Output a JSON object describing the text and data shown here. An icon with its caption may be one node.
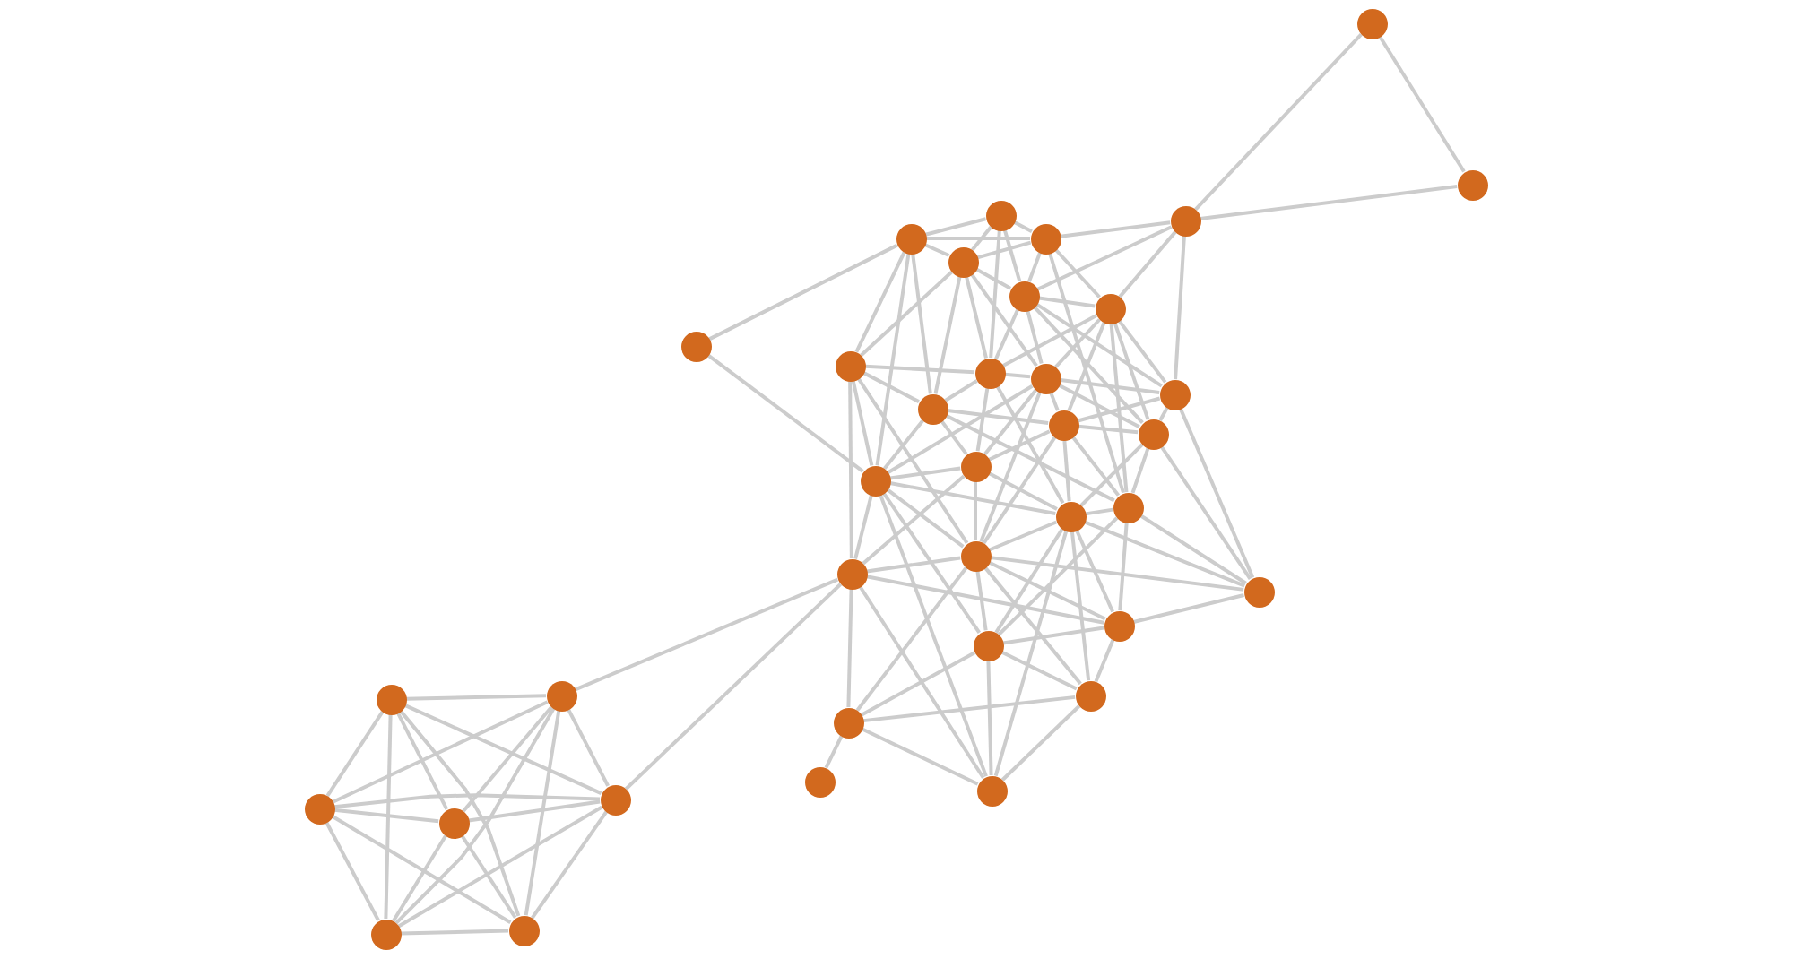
{
  "diagram": {
    "nodes": [
      {
        "text": [],
        "shape": "circle"
      },
      {
        "text": [],
        "shape": "circle"
      },
      {
        "text": [],
        "shape": "circle"
      },
      {
        "text": [],
        "shape": "circle"
      },
      {
        "text": [],
        "shape": "circle"
      },
      {
        "text": [],
        "shape": "circle"
      },
      {
        "text": [],
        "shape": "circle"
      },
      {
        "text": [],
        "shape": "circle"
      },
      {
        "text": [],
        "shape": "circle"
      },
      {
        "text": [],
        "shape": "circle"
      },
      {
        "text": [],
        "shape": "circle"
      },
      {
        "text": [],
        "shape": "circle"
      },
      {
        "text": [],
        "shape": "circle"
      },
      {
        "text": [],
        "shape": "circle"
      },
      {
        "text": [],
        "shape": "circle"
      },
      {
        "text": [],
        "shape": "circle"
      },
      {
        "text": [],
        "shape": "circle"
      },
      {
        "text": [],
        "shape": "circle"
      },
      {
        "text": [],
        "shape": "circle"
      },
      {
        "text": [],
        "shape": "circle"
      },
      {
        "text": [],
        "shape": "circle"
      },
      {
        "text": [],
        "shape": "circle"
      },
      {
        "text": [],
        "shape": "circle"
      },
      {
        "text": [],
        "shape": "circle"
      },
      {
        "text": [],
        "shape": "circle"
      },
      {
        "text": [],
        "shape": "circle"
      },
      {
        "text": [],
        "shape": "circle"
      },
      {
        "text": [],
        "shape": "circle"
      },
      {
        "text": [],
        "shape": "circle"
      },
      {
        "text": [],
        "shape": "circle"
      },
      {
        "text": [],
        "shape": "circle"
      },
      {
        "text": [],
        "shape": "circle"
      },
      {
        "text": [],
        "shape": "circle"
      },
      {
        "text": [],
        "shape": "circle"
      },
      {
        "text": [],
        "shape": "circle"
      },
      {
        "text": [],
        "shape": "circle"
      },
      {
        "text": [],
        "shape": "circle"
      }
    ],
    "edges": [
      {
        "from": 0,
        "to": 1,
        "arrow": "none"
      },
      {
        "from": 0,
        "to": 2,
        "arrow": "none"
      },
      {
        "from": 1,
        "to": 2,
        "arrow": "none"
      },
      {
        "from": 2,
        "to": 5,
        "arrow": "none"
      },
      {
        "from": 2,
        "to": 7,
        "arrow": "none"
      },
      {
        "from": 2,
        "to": 8,
        "arrow": "none"
      },
      {
        "from": 2,
        "to": 14,
        "arrow": "none"
      },
      {
        "from": 3,
        "to": 4,
        "arrow": "none"
      },
      {
        "from": 3,
        "to": 5,
        "arrow": "none"
      },
      {
        "from": 3,
        "to": 6,
        "arrow": "none"
      },
      {
        "from": 3,
        "to": 7,
        "arrow": "none"
      },
      {
        "from": 3,
        "to": 11,
        "arrow": "none"
      },
      {
        "from": 4,
        "to": 5,
        "arrow": "none"
      },
      {
        "from": 4,
        "to": 6,
        "arrow": "none"
      },
      {
        "from": 4,
        "to": 9,
        "arrow": "none"
      },
      {
        "from": 4,
        "to": 10,
        "arrow": "none"
      },
      {
        "from": 4,
        "to": 13,
        "arrow": "none"
      },
      {
        "from": 4,
        "to": 17,
        "arrow": "none"
      },
      {
        "from": 5,
        "to": 6,
        "arrow": "none"
      },
      {
        "from": 5,
        "to": 7,
        "arrow": "none"
      },
      {
        "from": 5,
        "to": 8,
        "arrow": "none"
      },
      {
        "from": 5,
        "to": 20,
        "arrow": "none"
      },
      {
        "from": 6,
        "to": 7,
        "arrow": "none"
      },
      {
        "from": 6,
        "to": 10,
        "arrow": "none"
      },
      {
        "from": 6,
        "to": 11,
        "arrow": "none"
      },
      {
        "from": 6,
        "to": 12,
        "arrow": "none"
      },
      {
        "from": 6,
        "to": 13,
        "arrow": "none"
      },
      {
        "from": 7,
        "to": 8,
        "arrow": "none"
      },
      {
        "from": 7,
        "to": 11,
        "arrow": "none"
      },
      {
        "from": 7,
        "to": 12,
        "arrow": "none"
      },
      {
        "from": 7,
        "to": 14,
        "arrow": "none"
      },
      {
        "from": 7,
        "to": 16,
        "arrow": "none"
      },
      {
        "from": 8,
        "to": 11,
        "arrow": "none"
      },
      {
        "from": 8,
        "to": 12,
        "arrow": "none"
      },
      {
        "from": 8,
        "to": 14,
        "arrow": "none"
      },
      {
        "from": 8,
        "to": 15,
        "arrow": "none"
      },
      {
        "from": 8,
        "to": 16,
        "arrow": "none"
      },
      {
        "from": 8,
        "to": 20,
        "arrow": "none"
      },
      {
        "from": 9,
        "to": 17,
        "arrow": "none"
      },
      {
        "from": 10,
        "to": 11,
        "arrow": "none"
      },
      {
        "from": 10,
        "to": 13,
        "arrow": "none"
      },
      {
        "from": 10,
        "to": 17,
        "arrow": "none"
      },
      {
        "from": 10,
        "to": 21,
        "arrow": "none"
      },
      {
        "from": 10,
        "to": 22,
        "arrow": "none"
      },
      {
        "from": 11,
        "to": 12,
        "arrow": "none"
      },
      {
        "from": 11,
        "to": 13,
        "arrow": "none"
      },
      {
        "from": 11,
        "to": 18,
        "arrow": "none"
      },
      {
        "from": 11,
        "to": 19,
        "arrow": "none"
      },
      {
        "from": 12,
        "to": 14,
        "arrow": "none"
      },
      {
        "from": 12,
        "to": 15,
        "arrow": "none"
      },
      {
        "from": 12,
        "to": 16,
        "arrow": "none"
      },
      {
        "from": 12,
        "to": 17,
        "arrow": "none"
      },
      {
        "from": 12,
        "to": 18,
        "arrow": "none"
      },
      {
        "from": 12,
        "to": 22,
        "arrow": "none"
      },
      {
        "from": 13,
        "to": 15,
        "arrow": "none"
      },
      {
        "from": 13,
        "to": 17,
        "arrow": "none"
      },
      {
        "from": 13,
        "to": 18,
        "arrow": "none"
      },
      {
        "from": 13,
        "to": 20,
        "arrow": "none"
      },
      {
        "from": 14,
        "to": 15,
        "arrow": "none"
      },
      {
        "from": 14,
        "to": 16,
        "arrow": "none"
      },
      {
        "from": 14,
        "to": 23,
        "arrow": "none"
      },
      {
        "from": 15,
        "to": 16,
        "arrow": "none"
      },
      {
        "from": 15,
        "to": 18,
        "arrow": "none"
      },
      {
        "from": 15,
        "to": 19,
        "arrow": "none"
      },
      {
        "from": 15,
        "to": 20,
        "arrow": "none"
      },
      {
        "from": 15,
        "to": 22,
        "arrow": "none"
      },
      {
        "from": 16,
        "to": 19,
        "arrow": "none"
      },
      {
        "from": 16,
        "to": 20,
        "arrow": "none"
      },
      {
        "from": 16,
        "to": 23,
        "arrow": "none"
      },
      {
        "from": 17,
        "to": 18,
        "arrow": "none"
      },
      {
        "from": 17,
        "to": 19,
        "arrow": "none"
      },
      {
        "from": 17,
        "to": 21,
        "arrow": "none"
      },
      {
        "from": 17,
        "to": 22,
        "arrow": "none"
      },
      {
        "from": 17,
        "to": 25,
        "arrow": "none"
      },
      {
        "from": 17,
        "to": 29,
        "arrow": "none"
      },
      {
        "from": 18,
        "to": 19,
        "arrow": "none"
      },
      {
        "from": 18,
        "to": 21,
        "arrow": "none"
      },
      {
        "from": 18,
        "to": 22,
        "arrow": "none"
      },
      {
        "from": 19,
        "to": 20,
        "arrow": "none"
      },
      {
        "from": 19,
        "to": 22,
        "arrow": "none"
      },
      {
        "from": 19,
        "to": 23,
        "arrow": "none"
      },
      {
        "from": 19,
        "to": 24,
        "arrow": "none"
      },
      {
        "from": 19,
        "to": 25,
        "arrow": "none"
      },
      {
        "from": 19,
        "to": 26,
        "arrow": "none"
      },
      {
        "from": 19,
        "to": 29,
        "arrow": "none"
      },
      {
        "from": 20,
        "to": 23,
        "arrow": "none"
      },
      {
        "from": 20,
        "to": 24,
        "arrow": "none"
      },
      {
        "from": 20,
        "to": 25,
        "arrow": "none"
      },
      {
        "from": 21,
        "to": 22,
        "arrow": "none"
      },
      {
        "from": 21,
        "to": 24,
        "arrow": "none"
      },
      {
        "from": 21,
        "to": 27,
        "arrow": "none"
      },
      {
        "from": 21,
        "to": 29,
        "arrow": "none"
      },
      {
        "from": 21,
        "to": 31,
        "arrow": "none"
      },
      {
        "from": 21,
        "to": 34,
        "arrow": "none"
      },
      {
        "from": 22,
        "to": 23,
        "arrow": "none"
      },
      {
        "from": 22,
        "to": 24,
        "arrow": "none"
      },
      {
        "from": 22,
        "to": 25,
        "arrow": "none"
      },
      {
        "from": 22,
        "to": 26,
        "arrow": "none"
      },
      {
        "from": 22,
        "to": 27,
        "arrow": "none"
      },
      {
        "from": 23,
        "to": 24,
        "arrow": "none"
      },
      {
        "from": 24,
        "to": 25,
        "arrow": "none"
      },
      {
        "from": 24,
        "to": 26,
        "arrow": "none"
      },
      {
        "from": 25,
        "to": 26,
        "arrow": "none"
      },
      {
        "from": 25,
        "to": 27,
        "arrow": "none"
      },
      {
        "from": 25,
        "to": 29,
        "arrow": "none"
      },
      {
        "from": 26,
        "to": 27,
        "arrow": "none"
      },
      {
        "from": 26,
        "to": 29,
        "arrow": "none"
      },
      {
        "from": 27,
        "to": 28,
        "arrow": "none"
      },
      {
        "from": 27,
        "to": 29,
        "arrow": "none"
      },
      {
        "from": 30,
        "to": 31,
        "arrow": "none"
      },
      {
        "from": 30,
        "to": 32,
        "arrow": "none"
      },
      {
        "from": 30,
        "to": 33,
        "arrow": "none"
      },
      {
        "from": 30,
        "to": 34,
        "arrow": "none"
      },
      {
        "from": 30,
        "to": 35,
        "arrow": "none"
      },
      {
        "from": 30,
        "to": 36,
        "arrow": "none"
      },
      {
        "from": 31,
        "to": 32,
        "arrow": "none"
      },
      {
        "from": 31,
        "to": 33,
        "arrow": "none"
      },
      {
        "from": 31,
        "to": 34,
        "arrow": "none"
      },
      {
        "from": 31,
        "to": 35,
        "arrow": "none"
      },
      {
        "from": 31,
        "to": 36,
        "arrow": "none"
      },
      {
        "from": 32,
        "to": 33,
        "arrow": "none"
      },
      {
        "from": 32,
        "to": 34,
        "arrow": "none"
      },
      {
        "from": 32,
        "to": 35,
        "arrow": "none"
      },
      {
        "from": 32,
        "to": 36,
        "arrow": "none"
      },
      {
        "from": 33,
        "to": 34,
        "arrow": "none"
      },
      {
        "from": 33,
        "to": 35,
        "arrow": "none"
      },
      {
        "from": 33,
        "to": 36,
        "arrow": "none"
      },
      {
        "from": 34,
        "to": 35,
        "arrow": "none"
      },
      {
        "from": 34,
        "to": 36,
        "arrow": "none"
      },
      {
        "from": 35,
        "to": 36,
        "arrow": "none"
      }
    ]
  }
}
